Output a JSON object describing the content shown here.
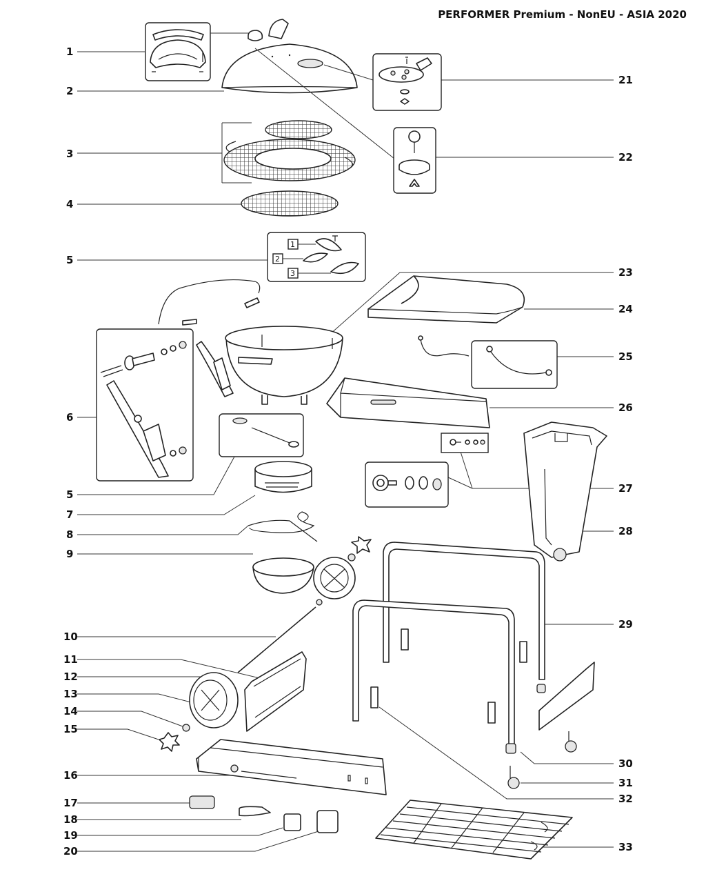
{
  "title": "PERFORMER Premium - NonEU - ASIA 2020",
  "left_callouts": [
    "1",
    "2",
    "3",
    "4",
    "5",
    "6",
    "5",
    "7",
    "8",
    "9",
    "10",
    "11",
    "12",
    "13",
    "14",
    "15",
    "16",
    "17",
    "18",
    "19",
    "20"
  ],
  "right_callouts": [
    "21",
    "22",
    "23",
    "24",
    "25",
    "26",
    "27",
    "28",
    "29",
    "30",
    "31",
    "32",
    "33"
  ],
  "inset_5_parts": [
    "1",
    "2",
    "3"
  ]
}
